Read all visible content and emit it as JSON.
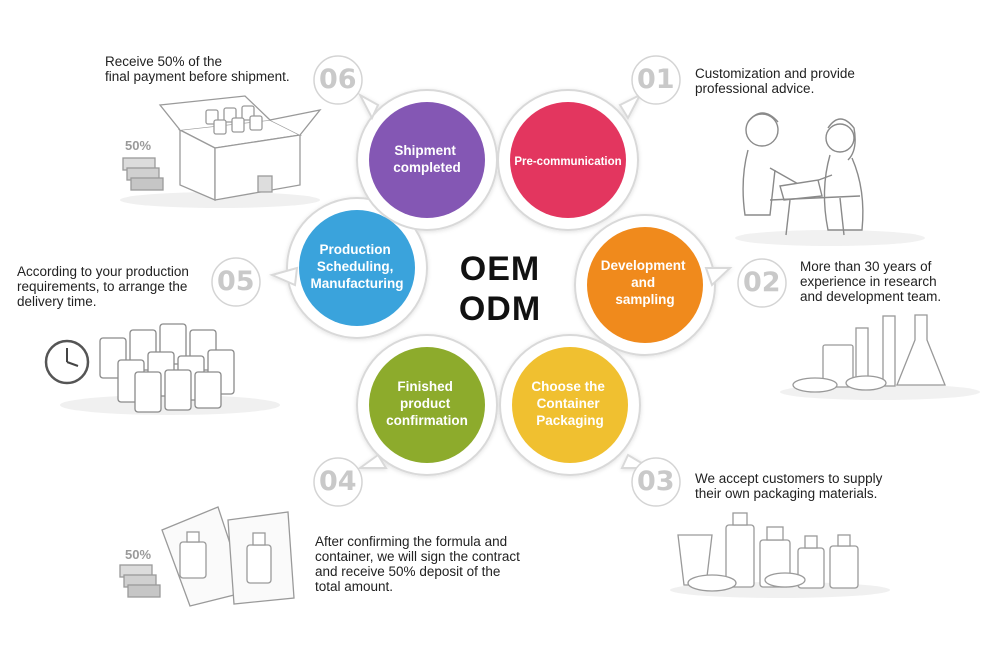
{
  "center": {
    "line1": "OEM",
    "line2": "ODM"
  },
  "colors": {
    "pre_communication": "#e3365f",
    "development": "#f08a1c",
    "container": "#f0c030",
    "finished": "#8dab2c",
    "production": "#3aa3dc",
    "shipment": "#8457b4",
    "ring": "#d9d9d9",
    "number": "#c9c9c9"
  },
  "steps": [
    {
      "number": "01",
      "title": [
        "Pre-communication"
      ],
      "icon": "consultation-illustration",
      "description": [
        "Customization and provide",
        "professional advice."
      ]
    },
    {
      "number": "02",
      "title": [
        "Development",
        "and",
        "sampling"
      ],
      "icon": "lab-glassware-illustration",
      "description": [
        "More than 30 years of",
        "experience in research",
        "and development team."
      ]
    },
    {
      "number": "03",
      "title": [
        "Choose the",
        "Container",
        "Packaging"
      ],
      "icon": "packaging-bottles-illustration",
      "description": [
        "We accept customers to supply",
        "their own packaging materials."
      ]
    },
    {
      "number": "04",
      "title": [
        "Finished",
        "product",
        "confirmation"
      ],
      "icon": "contract-illustration",
      "description": [
        "After confirming the formula and",
        "container, we will sign the contract",
        "and receive 50% deposit of the",
        "total amount."
      ],
      "badge": "50%"
    },
    {
      "number": "05",
      "title": [
        "Production",
        "Scheduling,",
        "Manufacturing"
      ],
      "icon": "clock-bottles-illustration",
      "description": [
        "According to your production",
        "requirements, to arrange the",
        "delivery time."
      ]
    },
    {
      "number": "06",
      "title": [
        "Shipment",
        "completed"
      ],
      "icon": "box-illustration",
      "description": [
        "Receive 50% of the",
        "final payment before shipment."
      ],
      "badge": "50%"
    }
  ]
}
